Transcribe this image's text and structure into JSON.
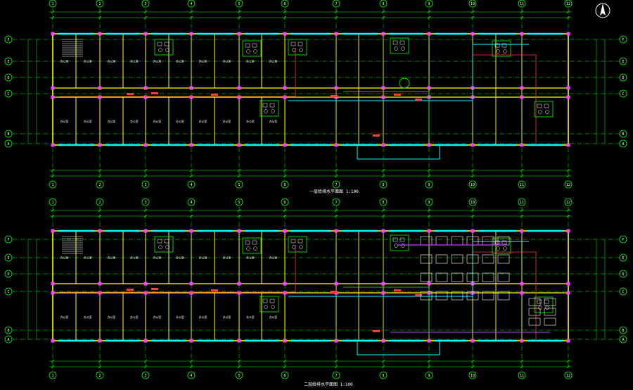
{
  "title_upper": "一层给排水平面图 1:100",
  "title_lower": "二层给排水平面图 1:100",
  "column_labels": [
    "1",
    "2",
    "3",
    "4",
    "5",
    "6",
    "7",
    "8",
    "9",
    "10",
    "11",
    "12"
  ],
  "row_labels": [
    "F",
    "E",
    "D",
    "C",
    "B",
    "A"
  ],
  "room_label": "办公室",
  "colors": {
    "background": "#000000",
    "grid_axis": "#00ff00",
    "wall": "#ffff00",
    "window": "#00ffff",
    "pipe_red": "#ff3b3b",
    "furniture": "#ffffff",
    "purple": "#c040ff"
  },
  "north_arrow": "north-arrow-icon"
}
